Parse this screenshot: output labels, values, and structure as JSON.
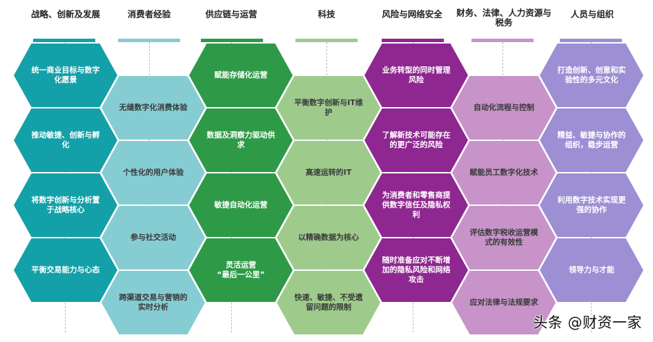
{
  "columns": [
    {
      "title": "战略、创新及发展",
      "color": "#14A0A8",
      "text_theme": "dark",
      "items": [
        "统一商业目标与数字化愿景",
        "推动敏捷、创新与孵化",
        "将数字创新与分析置于战略核心",
        "平衡交易能力与心态"
      ]
    },
    {
      "title": "消费者经验",
      "color": "#86CDD3",
      "text_theme": "light",
      "items": [
        "无缝数字化消费体验",
        "个性化的用户体验",
        "参与社交活动",
        "跨渠道交易与营销的实时分析"
      ]
    },
    {
      "title": "供应链与运营",
      "color": "#2E9A47",
      "text_theme": "dark",
      "items": [
        "赋能存储化运营",
        "数据及洞察力驱动供求",
        "敏捷自动化运营",
        "灵活运营\n“最后一公里”"
      ]
    },
    {
      "title": "科技",
      "color": "#9ECB8C",
      "text_theme": "light",
      "items": [
        "平衡数字创新与IT维护",
        "高速运转的IT",
        "以精确数据为核心",
        "快速、敏捷、不受遗留问题的限制"
      ]
    },
    {
      "title": "风险与网络安全",
      "color": "#8E2790",
      "text_theme": "dark",
      "items": [
        "业务转型的同时管理风险",
        "了解新技术可能存在的更广泛的风险",
        "为消费者和零售商提供数字信任及隐私权利",
        "随时准备应对不断增加的隐私风险和网络攻击"
      ]
    },
    {
      "title": "财务、法律、人力资源与税务",
      "color": "#C793C8",
      "text_theme": "light",
      "items": [
        "自动化流程与控制",
        "赋能员工数字化技术",
        "评估数字税收运营模式的有效性",
        "应对法律与法规要求"
      ]
    },
    {
      "title": "人员与组织",
      "color": "#9D8FD4",
      "text_theme": "dark",
      "items": [
        "打造创新、创意和实验性的多元文化",
        "精益、敏捷与协作的组织，稳步运营",
        "利用数字技术实现更强的协作",
        "领导力与才能"
      ]
    }
  ],
  "watermark": "头条 @财资一家"
}
